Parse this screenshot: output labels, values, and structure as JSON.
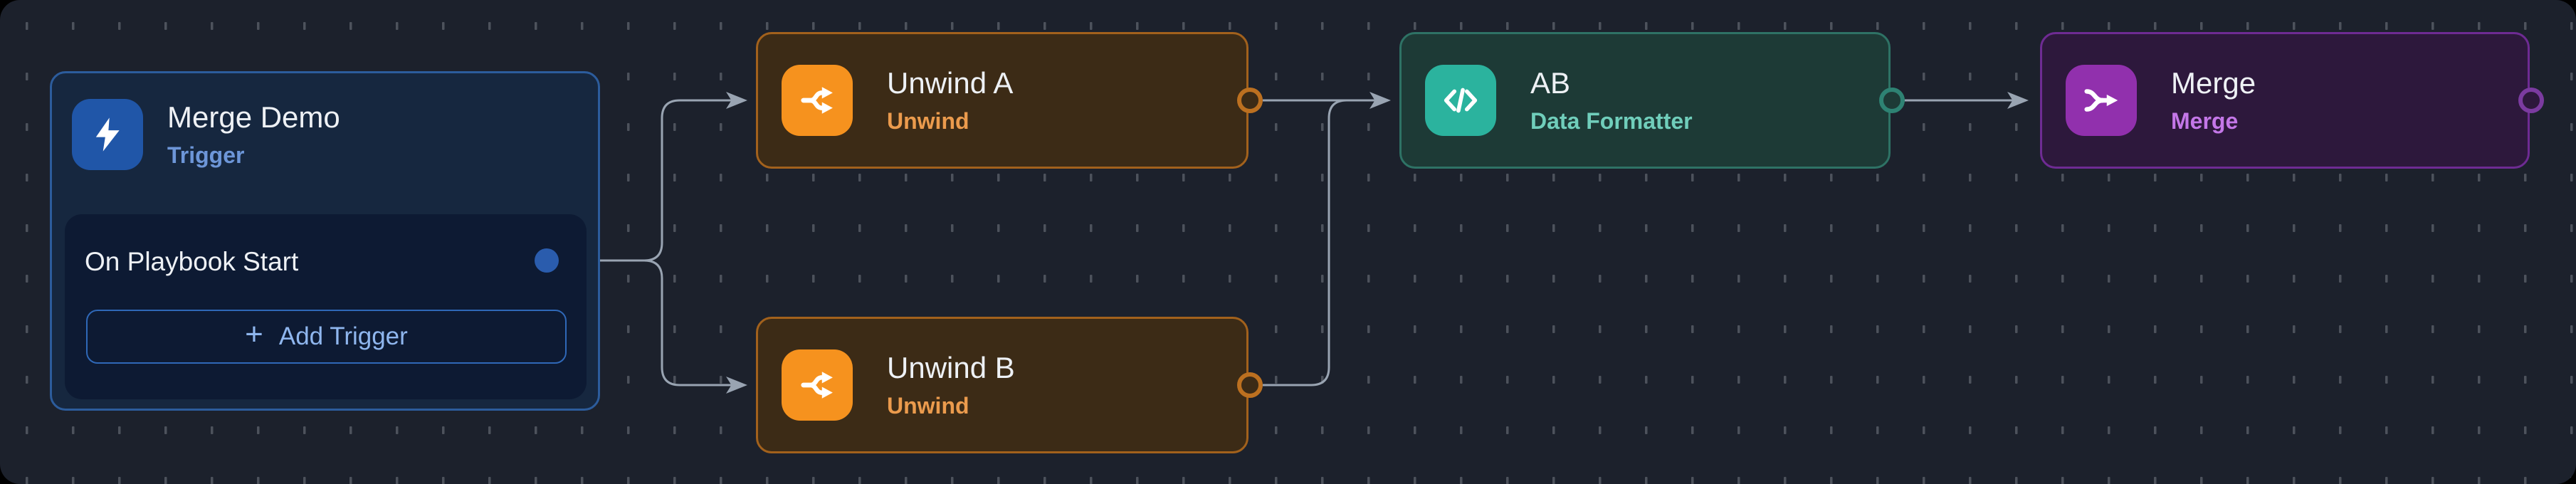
{
  "canvas": {
    "background": "#1c212c",
    "outside_background": "#000000",
    "grid_dot_color": "#4d525c",
    "edge_color": "#99a4b2"
  },
  "nodes": {
    "trigger": {
      "title": "Merge Demo",
      "type_label": "Trigger",
      "item_label": "On Playbook Start",
      "plus_glyph": "+",
      "add_trigger_label": "Add Trigger",
      "accent": "#2056a8",
      "border": "#2c5c9c",
      "subtitle_color": "#6d96d8"
    },
    "unwind_a": {
      "title": "Unwind A",
      "type_label": "Unwind",
      "accent": "#f6921e",
      "border": "#a2611c",
      "subtitle_color": "#eb9b4d"
    },
    "unwind_b": {
      "title": "Unwind B",
      "type_label": "Unwind",
      "accent": "#f6921e",
      "border": "#a2611c",
      "subtitle_color": "#eb9b4d"
    },
    "data_formatter": {
      "title": "AB",
      "type_label": "Data Formatter",
      "accent": "#2bb39e",
      "border": "#2e7265",
      "subtitle_color": "#70cebb"
    },
    "merge": {
      "title": "Merge",
      "type_label": "Merge",
      "accent": "#9130ad",
      "border": "#6e2b93",
      "subtitle_color": "#c477e8"
    }
  },
  "icons": {
    "trigger": "lightning-icon",
    "unwind": "branch-split-icon",
    "data_formatter": "code-icon",
    "merge": "merge-arrows-icon"
  },
  "connections": [
    {
      "from": "On Playbook Start",
      "to": "Unwind A"
    },
    {
      "from": "On Playbook Start",
      "to": "Unwind B"
    },
    {
      "from": "Unwind A",
      "to": "AB"
    },
    {
      "from": "Unwind B",
      "to": "AB"
    },
    {
      "from": "AB",
      "to": "Merge"
    }
  ]
}
